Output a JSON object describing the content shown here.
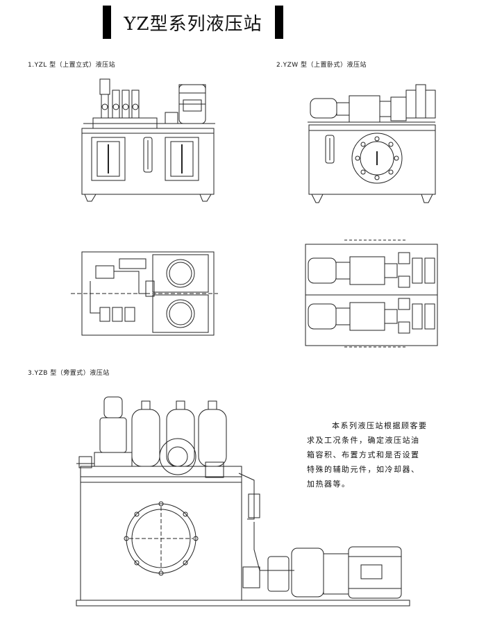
{
  "page_title": "YZ型系列液压站",
  "figures": [
    {
      "caption": "1.YZL 型（上置立式）液压站"
    },
    {
      "caption": "2.YZW 型（上置卧式）液压站"
    },
    {
      "caption": "3.YZB 型（旁置式）液压站"
    }
  ],
  "note_lines": [
    "本系列液压站根据顾客要",
    "求及工况条件，确定液压站油",
    "箱容积、布置方式和是否设置",
    "特殊的辅助元件，如冷却器、",
    "加热器等。"
  ]
}
